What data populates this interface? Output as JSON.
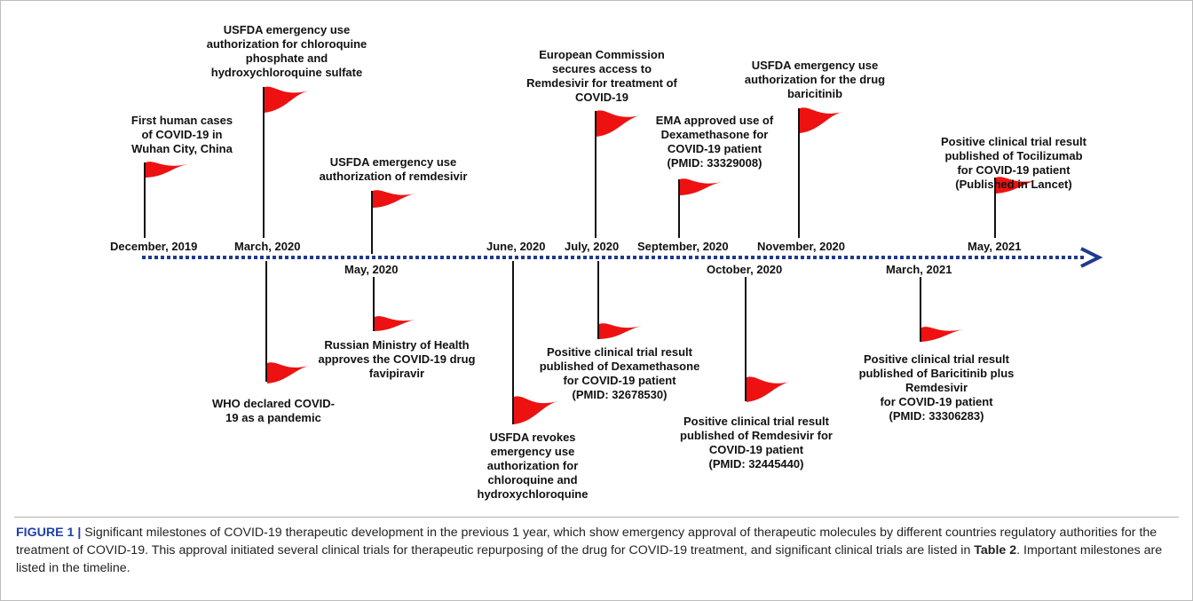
{
  "colors": {
    "arrow": "#1f3a8f",
    "flag": "#ee1111",
    "pole": "#111111",
    "caption_label": "#1f3fa7"
  },
  "timeline": {
    "dates": [
      "December, 2019",
      "March, 2020",
      "May, 2020",
      "June, 2020",
      "July, 2020",
      "September, 2020",
      "October, 2020",
      "November, 2020",
      "March, 2021",
      "May, 2021"
    ],
    "events_above": [
      {
        "date": "December, 2019",
        "text": "First human cases\nof COVID-19 in\nWuhan City, China"
      },
      {
        "date": "March, 2020",
        "text": "USFDA emergency use\nauthorization for chloroquine\nphosphate and\nhydroxychloroquine sulfate"
      },
      {
        "date": "May, 2020",
        "text": "USFDA emergency use\nauthorization of remdesivir"
      },
      {
        "date": "July, 2020",
        "text": "European Commission\nsecures access to\nRemdesivir for treatment of\nCOVID-19"
      },
      {
        "date": "September, 2020",
        "text": "EMA approved use of\nDexamethasone for\nCOVID-19 patient\n(PMID: 33329008)"
      },
      {
        "date": "November, 2020",
        "text": "USFDA emergency use\nauthorization for the drug\nbaricitinib"
      },
      {
        "date": "May, 2021",
        "text": "Positive clinical trial result\npublished of Tocilizumab\nfor COVID-19 patient\n(Published in Lancet)"
      }
    ],
    "events_below": [
      {
        "date": "March, 2020",
        "text": "WHO declared COVID-\n19 as a pandemic"
      },
      {
        "date": "May, 2020",
        "text": "Russian Ministry of Health\napproves the COVID-19 drug\nfavipiravir"
      },
      {
        "date": "June, 2020",
        "text": "USFDA revokes\nemergency use\nauthorization for\nchloroquine and\nhydroxychloroquine"
      },
      {
        "date": "July, 2020",
        "text": "Positive clinical trial result\npublished of Dexamethasone\nfor COVID-19 patient\n(PMID: 32678530)"
      },
      {
        "date": "October, 2020",
        "text": "Positive clinical trial result\npublished of Remdesivir for\nCOVID-19 patient\n(PMID: 32445440)"
      },
      {
        "date": "March, 2021",
        "text": "Positive clinical trial result\npublished of Baricitinib plus\nRemdesivir\nfor COVID-19 patient\n(PMID: 33306283)"
      }
    ]
  },
  "caption": {
    "label": "FIGURE 1 |",
    "text_before": " Significant milestones of COVID-19 therapeutic development in the previous 1 year, which show emergency approval of therapeutic molecules by different countries regulatory authorities for the treatment of COVID-19. This approval initiated several clinical trials for therapeutic repurposing of the drug for COVID-19 treatment, and significant clinical trials are listed in ",
    "table_ref": "Table 2",
    "text_after": ". Important milestones are listed in the timeline."
  }
}
